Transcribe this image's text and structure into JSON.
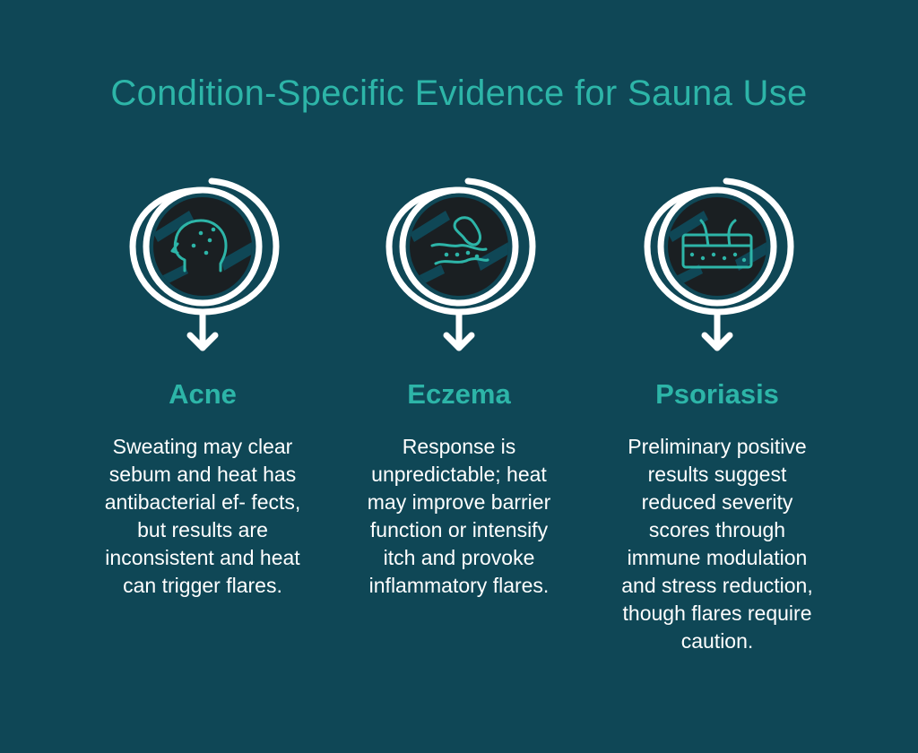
{
  "title": "Condition-Specific Evidence for Sauna Use",
  "colors": {
    "background": "#0f4756",
    "accent": "#2db5a8",
    "text": "#ffffff",
    "icon_disc": "#1a1f22"
  },
  "conditions": [
    {
      "icon": "head-profile-icon",
      "title": "Acne",
      "text": "Sweating may clear sebum and heat has antibacterial ef- fects, but results are inconsistent and heat can trigger flares."
    },
    {
      "icon": "skin-patch-icon",
      "title": "Eczema",
      "text": "Response is unpredictable; heat may improve barrier function or intensify itch and provoke inflammatory flares."
    },
    {
      "icon": "skin-hair-layer-icon",
      "title": "Psoriasis",
      "text": "Preliminary positive results suggest reduced severity scores through immune modulation and stress reduction, though flares require caution."
    }
  ]
}
